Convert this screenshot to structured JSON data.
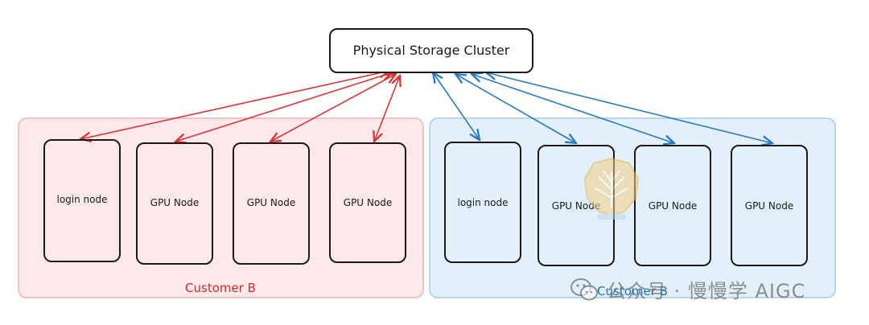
{
  "diagram": {
    "storage": {
      "label": "Physical Storage Cluster"
    },
    "groups": [
      {
        "id": "left",
        "label": "Customer B",
        "nodes": [
          "login node",
          "GPU Node",
          "GPU Node",
          "GPU Node"
        ]
      },
      {
        "id": "right",
        "label": "Customer B",
        "nodes": [
          "login node",
          "GPU Node",
          "GPU Node",
          "GPU Node"
        ]
      }
    ]
  },
  "colors": {
    "left_fill": "#fde9ea",
    "left_stroke": "#f2b3b6",
    "left_label": "#d42a2a",
    "left_arrow": "#d93535",
    "right_fill": "#e2f0fb",
    "right_stroke": "#a9cbe8",
    "right_label": "#1f73b8",
    "right_arrow": "#2a7bbd",
    "node_stroke": "#1a1a1a",
    "watermark_logo": "#e8b24a"
  },
  "watermark": {
    "text": "公众号 · 慢慢学 AIGC",
    "icon": "wechat-icon"
  }
}
